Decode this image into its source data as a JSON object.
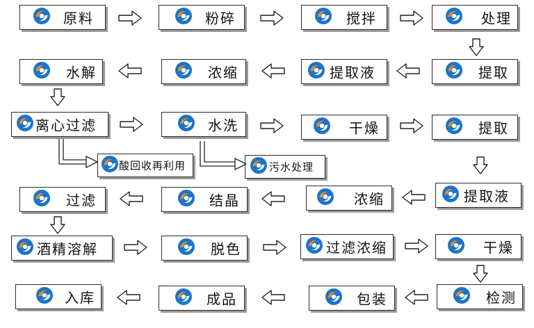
{
  "steps": {
    "s1": "原料",
    "s2": "粉碎",
    "s3": "搅拌",
    "s4": "处理",
    "s5": "提取",
    "s6": "提取液",
    "s7": "浓缩",
    "s8": "水解",
    "s9": "离心过滤",
    "s10": "水洗",
    "s11": "干燥",
    "s12": "提取",
    "s13": "酸回收再利用",
    "s14": "污水处理",
    "s15": "提取液",
    "s16": "浓缩",
    "s17": "结晶",
    "s18": "过滤",
    "s19": "酒精溶解",
    "s20": "脱色",
    "s21": "过滤浓缩",
    "s22": "干燥",
    "s23": "检测",
    "s24": "包装",
    "s25": "成品",
    "s26": "入库"
  },
  "icon": "swirl-logo-icon",
  "colors": {
    "logo_blue": "#1b74c9",
    "logo_orange": "#f28c1e",
    "arrow": "#222222",
    "shadow": "#9a9a9a"
  }
}
